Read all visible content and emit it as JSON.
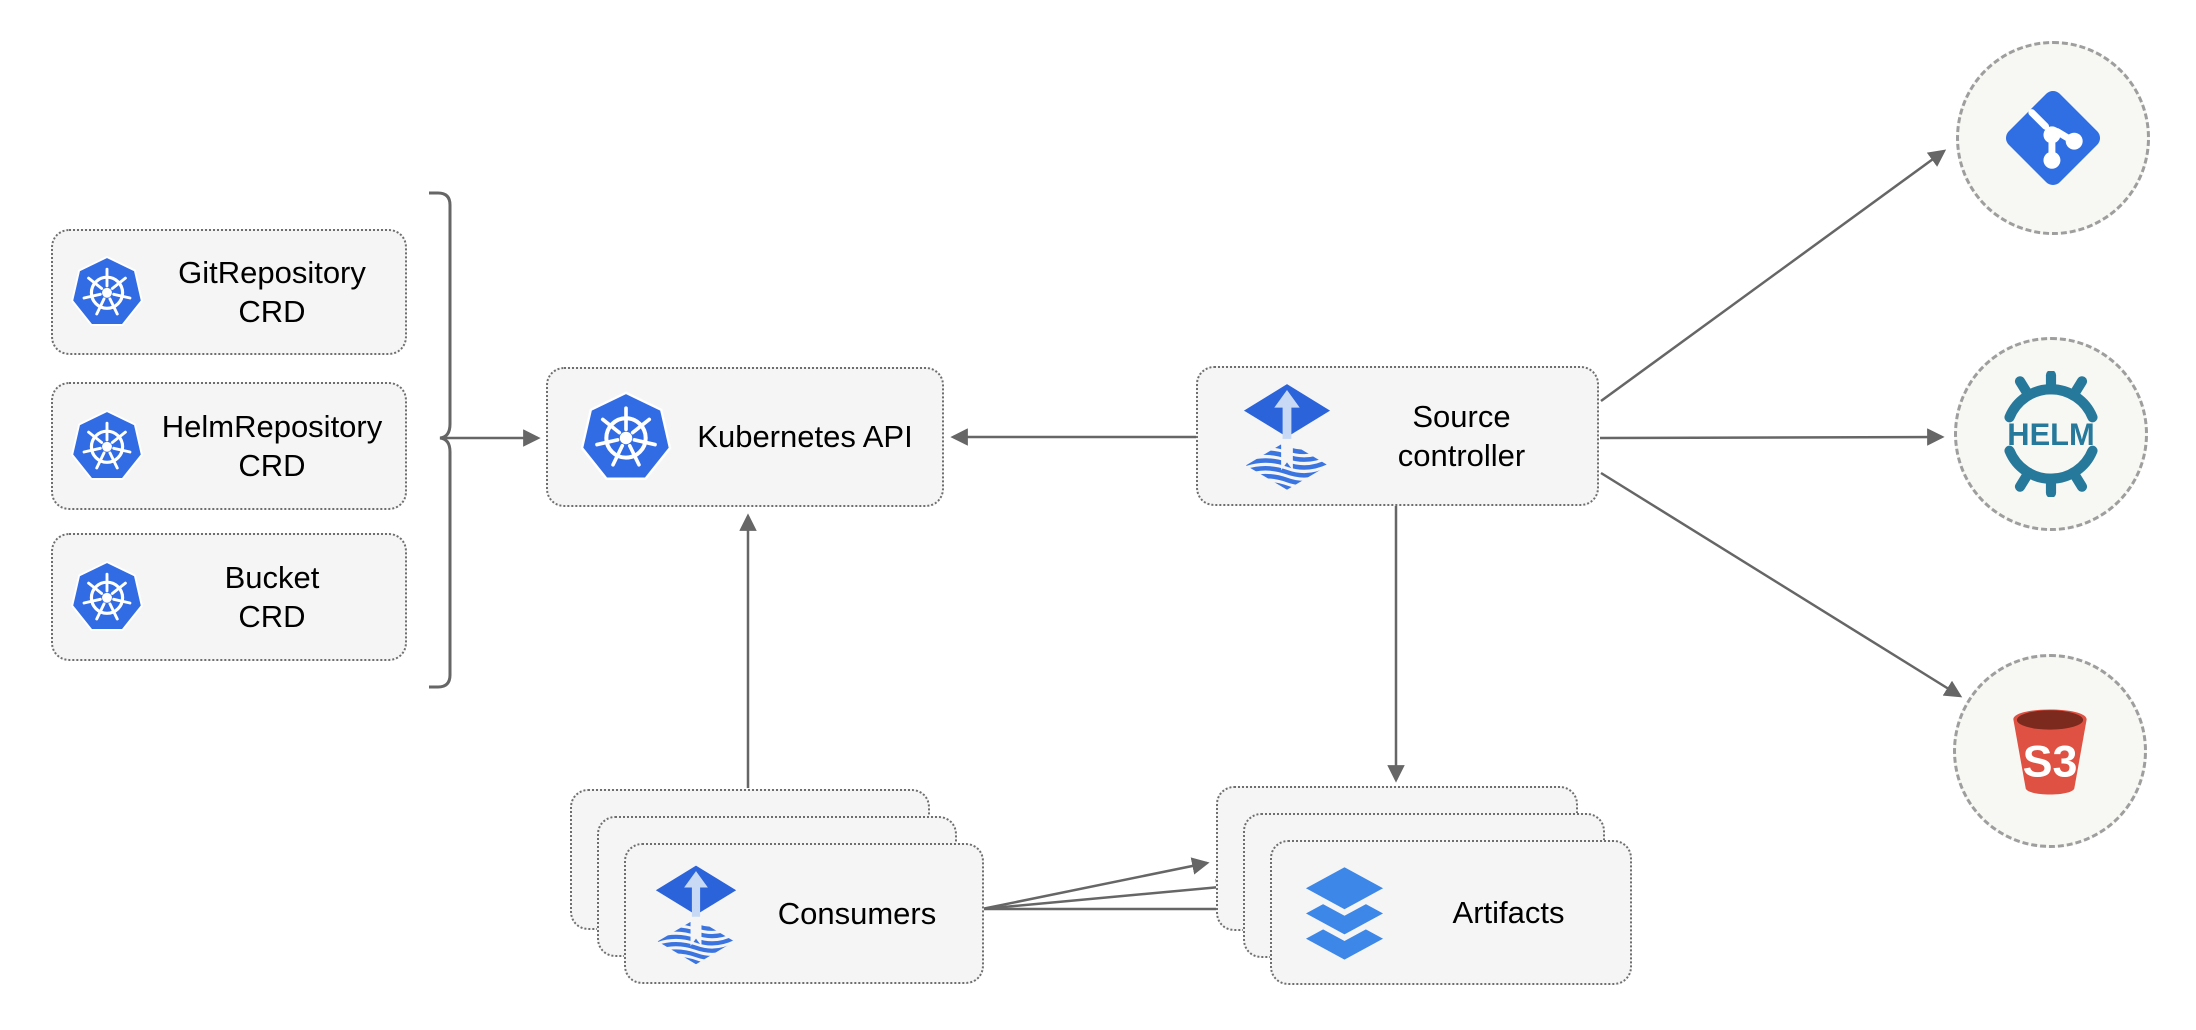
{
  "nodes": {
    "crd_boxes": [
      {
        "line1": "GitRepository",
        "line2": "CRD",
        "icon": "kubernetes"
      },
      {
        "line1": "HelmRepository",
        "line2": "CRD",
        "icon": "kubernetes"
      },
      {
        "line1": "Bucket",
        "line2": "CRD",
        "icon": "kubernetes"
      }
    ],
    "kubernetes_api": {
      "label": "Kubernetes API",
      "icon": "kubernetes"
    },
    "source_controller": {
      "line1": "Source",
      "line2": "controller",
      "icon": "flux"
    },
    "consumers": {
      "label": "Consumers",
      "icon": "flux",
      "stack_count": 3
    },
    "artifacts": {
      "label": "Artifacts",
      "icon": "layers",
      "stack_count": 3
    },
    "git": {
      "icon": "git"
    },
    "helm": {
      "label": "HELM",
      "icon": "helm"
    },
    "s3": {
      "label": "S3",
      "icon": "s3-bucket"
    }
  },
  "edges": [
    {
      "from": "crd-bracket",
      "to": "kubernetes-api",
      "arrow": true
    },
    {
      "from": "source-controller",
      "to": "kubernetes-api",
      "arrow": true
    },
    {
      "from": "consumers",
      "to": "kubernetes-api",
      "arrow": true
    },
    {
      "from": "source-controller",
      "to": "artifacts",
      "arrow": true
    },
    {
      "from": "source-controller",
      "to": "git",
      "arrow": true
    },
    {
      "from": "source-controller",
      "to": "helm",
      "arrow": true
    },
    {
      "from": "source-controller",
      "to": "s3",
      "arrow": true
    },
    {
      "from": "consumers",
      "to": "artifacts",
      "arrow": true,
      "count": 3
    }
  ],
  "colors": {
    "box_fill": "#f5f5f5",
    "box_border": "#6e6e6e",
    "circle_fill": "#f7f7f3",
    "circle_border": "#9e9e9e",
    "arrow": "#666666",
    "text": "#000000",
    "kubernetes_blue": "#326CE5",
    "flux_blue": "#2A63DA",
    "flux_arrow_light": "#C7D9F5",
    "flux_stripe": "#3A74E0",
    "layers_blue": "#3D87E8",
    "git_blue": "#2F6FE3",
    "helm_teal": "#27799B",
    "s3_red": "#DF5142",
    "s3_dark": "#7C2A1E"
  }
}
